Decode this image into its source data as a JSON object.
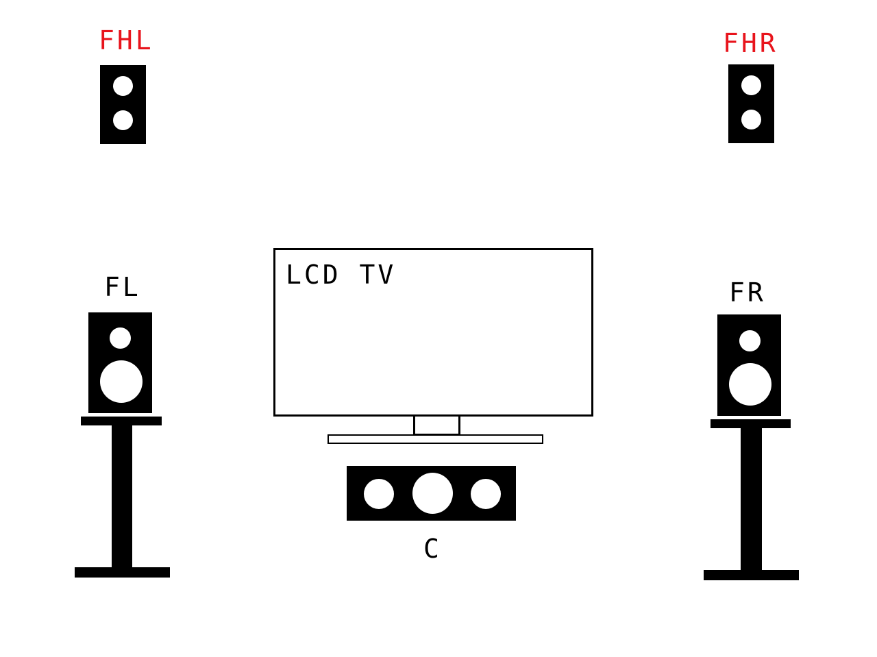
{
  "colors": {
    "height_label": "#e8141c",
    "main_label": "#000000",
    "speaker": "#000000",
    "background": "#ffffff"
  },
  "labels": {
    "front_height_left": "FHL",
    "front_height_right": "FHR",
    "front_left": "FL",
    "front_right": "FR",
    "center": "C",
    "tv": "LCD TV"
  }
}
